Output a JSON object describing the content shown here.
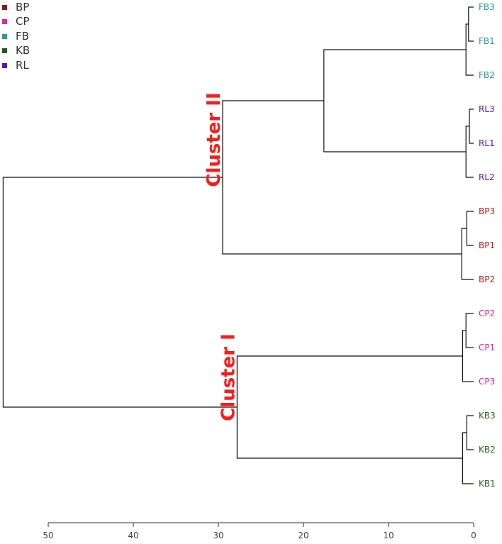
{
  "chart_data": {
    "type": "dendrogram",
    "orientation": "horizontal",
    "x_axis": {
      "ticks": [
        50,
        40,
        30,
        20,
        10,
        0
      ],
      "xlim": [
        0,
        50
      ],
      "reversed": true
    },
    "legend": [
      {
        "label": "BP",
        "color": "#8b1a1a"
      },
      {
        "label": "CP",
        "color": "#e8239c"
      },
      {
        "label": "FB",
        "color": "#2e97a6"
      },
      {
        "label": "KB",
        "color": "#1e5a1a"
      },
      {
        "label": "RL",
        "color": "#5a18a8"
      }
    ],
    "leaves": [
      {
        "label": "FB3",
        "group": "FB",
        "color": "#2e97a6"
      },
      {
        "label": "FB1",
        "group": "FB",
        "color": "#2e97a6"
      },
      {
        "label": "FB2",
        "group": "FB",
        "color": "#2e97a6"
      },
      {
        "label": "RL3",
        "group": "RL",
        "color": "#5a18a8"
      },
      {
        "label": "RL1",
        "group": "RL",
        "color": "#5a18a8"
      },
      {
        "label": "RL2",
        "group": "RL",
        "color": "#5a18a8"
      },
      {
        "label": "BP3",
        "group": "BP",
        "color": "#c41e1e"
      },
      {
        "label": "BP1",
        "group": "BP",
        "color": "#c41e1e"
      },
      {
        "label": "BP2",
        "group": "BP",
        "color": "#c41e1e"
      },
      {
        "label": "CP2",
        "group": "CP",
        "color": "#e8239c"
      },
      {
        "label": "CP1",
        "group": "CP",
        "color": "#e8239c"
      },
      {
        "label": "CP3",
        "group": "CP",
        "color": "#e8239c"
      },
      {
        "label": "KB3",
        "group": "KB",
        "color": "#2e6a1e"
      },
      {
        "label": "KB2",
        "group": "KB",
        "color": "#2e6a1e"
      },
      {
        "label": "KB1",
        "group": "KB",
        "color": "#2e6a1e"
      }
    ],
    "merges": [
      {
        "children": [
          "FB3",
          "FB1"
        ],
        "height": 0.6
      },
      {
        "children": [
          "FB3+FB1",
          "FB2"
        ],
        "height": 0.9
      },
      {
        "children": [
          "RL3",
          "RL1"
        ],
        "height": 0.5
      },
      {
        "children": [
          "RL3+RL1",
          "RL2"
        ],
        "height": 0.9
      },
      {
        "children": [
          "BP3",
          "BP1"
        ],
        "height": 0.8
      },
      {
        "children": [
          "BP3+BP1",
          "BP2"
        ],
        "height": 1.4
      },
      {
        "children": [
          "CP2",
          "CP1"
        ],
        "height": 0.9
      },
      {
        "children": [
          "CP2+CP1",
          "CP3"
        ],
        "height": 1.3
      },
      {
        "children": [
          "KB3",
          "KB2"
        ],
        "height": 0.8
      },
      {
        "children": [
          "KB3+KB2",
          "KB1"
        ],
        "height": 1.3
      },
      {
        "children": [
          "FB",
          "RL"
        ],
        "height": 17.6
      },
      {
        "children": [
          "FB+RL",
          "BP"
        ],
        "height": 29.5
      },
      {
        "children": [
          "CP",
          "KB"
        ],
        "height": 27.8
      },
      {
        "children": [
          "Cluster II",
          "Cluster I"
        ],
        "height": 55.3
      }
    ],
    "cluster_labels": [
      {
        "text": "Cluster II",
        "color": "#ff1a1a"
      },
      {
        "text": "Cluster I",
        "color": "#ff1a1a"
      }
    ]
  }
}
